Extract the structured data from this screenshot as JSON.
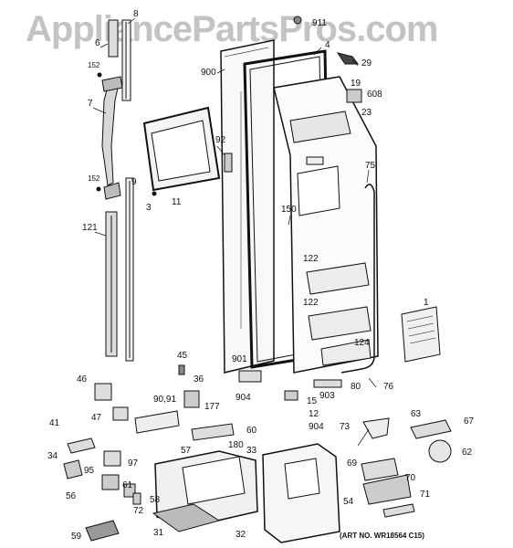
{
  "watermark": "AppliancePartsPros.com",
  "art_number": "(ART NO. WR18564 C15)",
  "callouts": [
    {
      "id": "c8",
      "text": "8"
    },
    {
      "id": "c6",
      "text": "6"
    },
    {
      "id": "c152a",
      "text": "152"
    },
    {
      "id": "c7",
      "text": "7"
    },
    {
      "id": "c152b",
      "text": "152"
    },
    {
      "id": "c9",
      "text": "9"
    },
    {
      "id": "c121",
      "text": "121"
    },
    {
      "id": "c3",
      "text": "3"
    },
    {
      "id": "c11",
      "text": "11"
    },
    {
      "id": "c900",
      "text": "900"
    },
    {
      "id": "c92",
      "text": "92"
    },
    {
      "id": "c911",
      "text": "911"
    },
    {
      "id": "c4",
      "text": "4"
    },
    {
      "id": "c29",
      "text": "29"
    },
    {
      "id": "c19",
      "text": "19"
    },
    {
      "id": "c608",
      "text": "608"
    },
    {
      "id": "c23",
      "text": "23"
    },
    {
      "id": "c75",
      "text": "75"
    },
    {
      "id": "c150",
      "text": "150"
    },
    {
      "id": "c122a",
      "text": "122"
    },
    {
      "id": "c122b",
      "text": "122"
    },
    {
      "id": "c1",
      "text": "1"
    },
    {
      "id": "c124",
      "text": "124"
    },
    {
      "id": "c901",
      "text": "901"
    },
    {
      "id": "c45",
      "text": "45"
    },
    {
      "id": "c46",
      "text": "46"
    },
    {
      "id": "c36",
      "text": "36"
    },
    {
      "id": "c904a",
      "text": "904"
    },
    {
      "id": "c15",
      "text": "15"
    },
    {
      "id": "c903",
      "text": "903"
    },
    {
      "id": "c80",
      "text": "80"
    },
    {
      "id": "c76",
      "text": "76"
    },
    {
      "id": "c9091",
      "text": "90,91"
    },
    {
      "id": "c47",
      "text": "47"
    },
    {
      "id": "c177",
      "text": "177"
    },
    {
      "id": "c12",
      "text": "12"
    },
    {
      "id": "c904b",
      "text": "904"
    },
    {
      "id": "c73",
      "text": "73"
    },
    {
      "id": "c63",
      "text": "63"
    },
    {
      "id": "c67",
      "text": "67"
    },
    {
      "id": "c41",
      "text": "41"
    },
    {
      "id": "c60",
      "text": "60"
    },
    {
      "id": "c180",
      "text": "180"
    },
    {
      "id": "c57",
      "text": "57"
    },
    {
      "id": "c33",
      "text": "33"
    },
    {
      "id": "c34",
      "text": "34"
    },
    {
      "id": "c97",
      "text": "97"
    },
    {
      "id": "c62",
      "text": "62"
    },
    {
      "id": "c95",
      "text": "95"
    },
    {
      "id": "c69",
      "text": "69"
    },
    {
      "id": "c70",
      "text": "70"
    },
    {
      "id": "c61",
      "text": "61"
    },
    {
      "id": "c56",
      "text": "56"
    },
    {
      "id": "c72",
      "text": "72"
    },
    {
      "id": "c58",
      "text": "58"
    },
    {
      "id": "c54",
      "text": "54"
    },
    {
      "id": "c71",
      "text": "71"
    },
    {
      "id": "c31",
      "text": "31"
    },
    {
      "id": "c32",
      "text": "32"
    },
    {
      "id": "c59",
      "text": "59"
    }
  ]
}
